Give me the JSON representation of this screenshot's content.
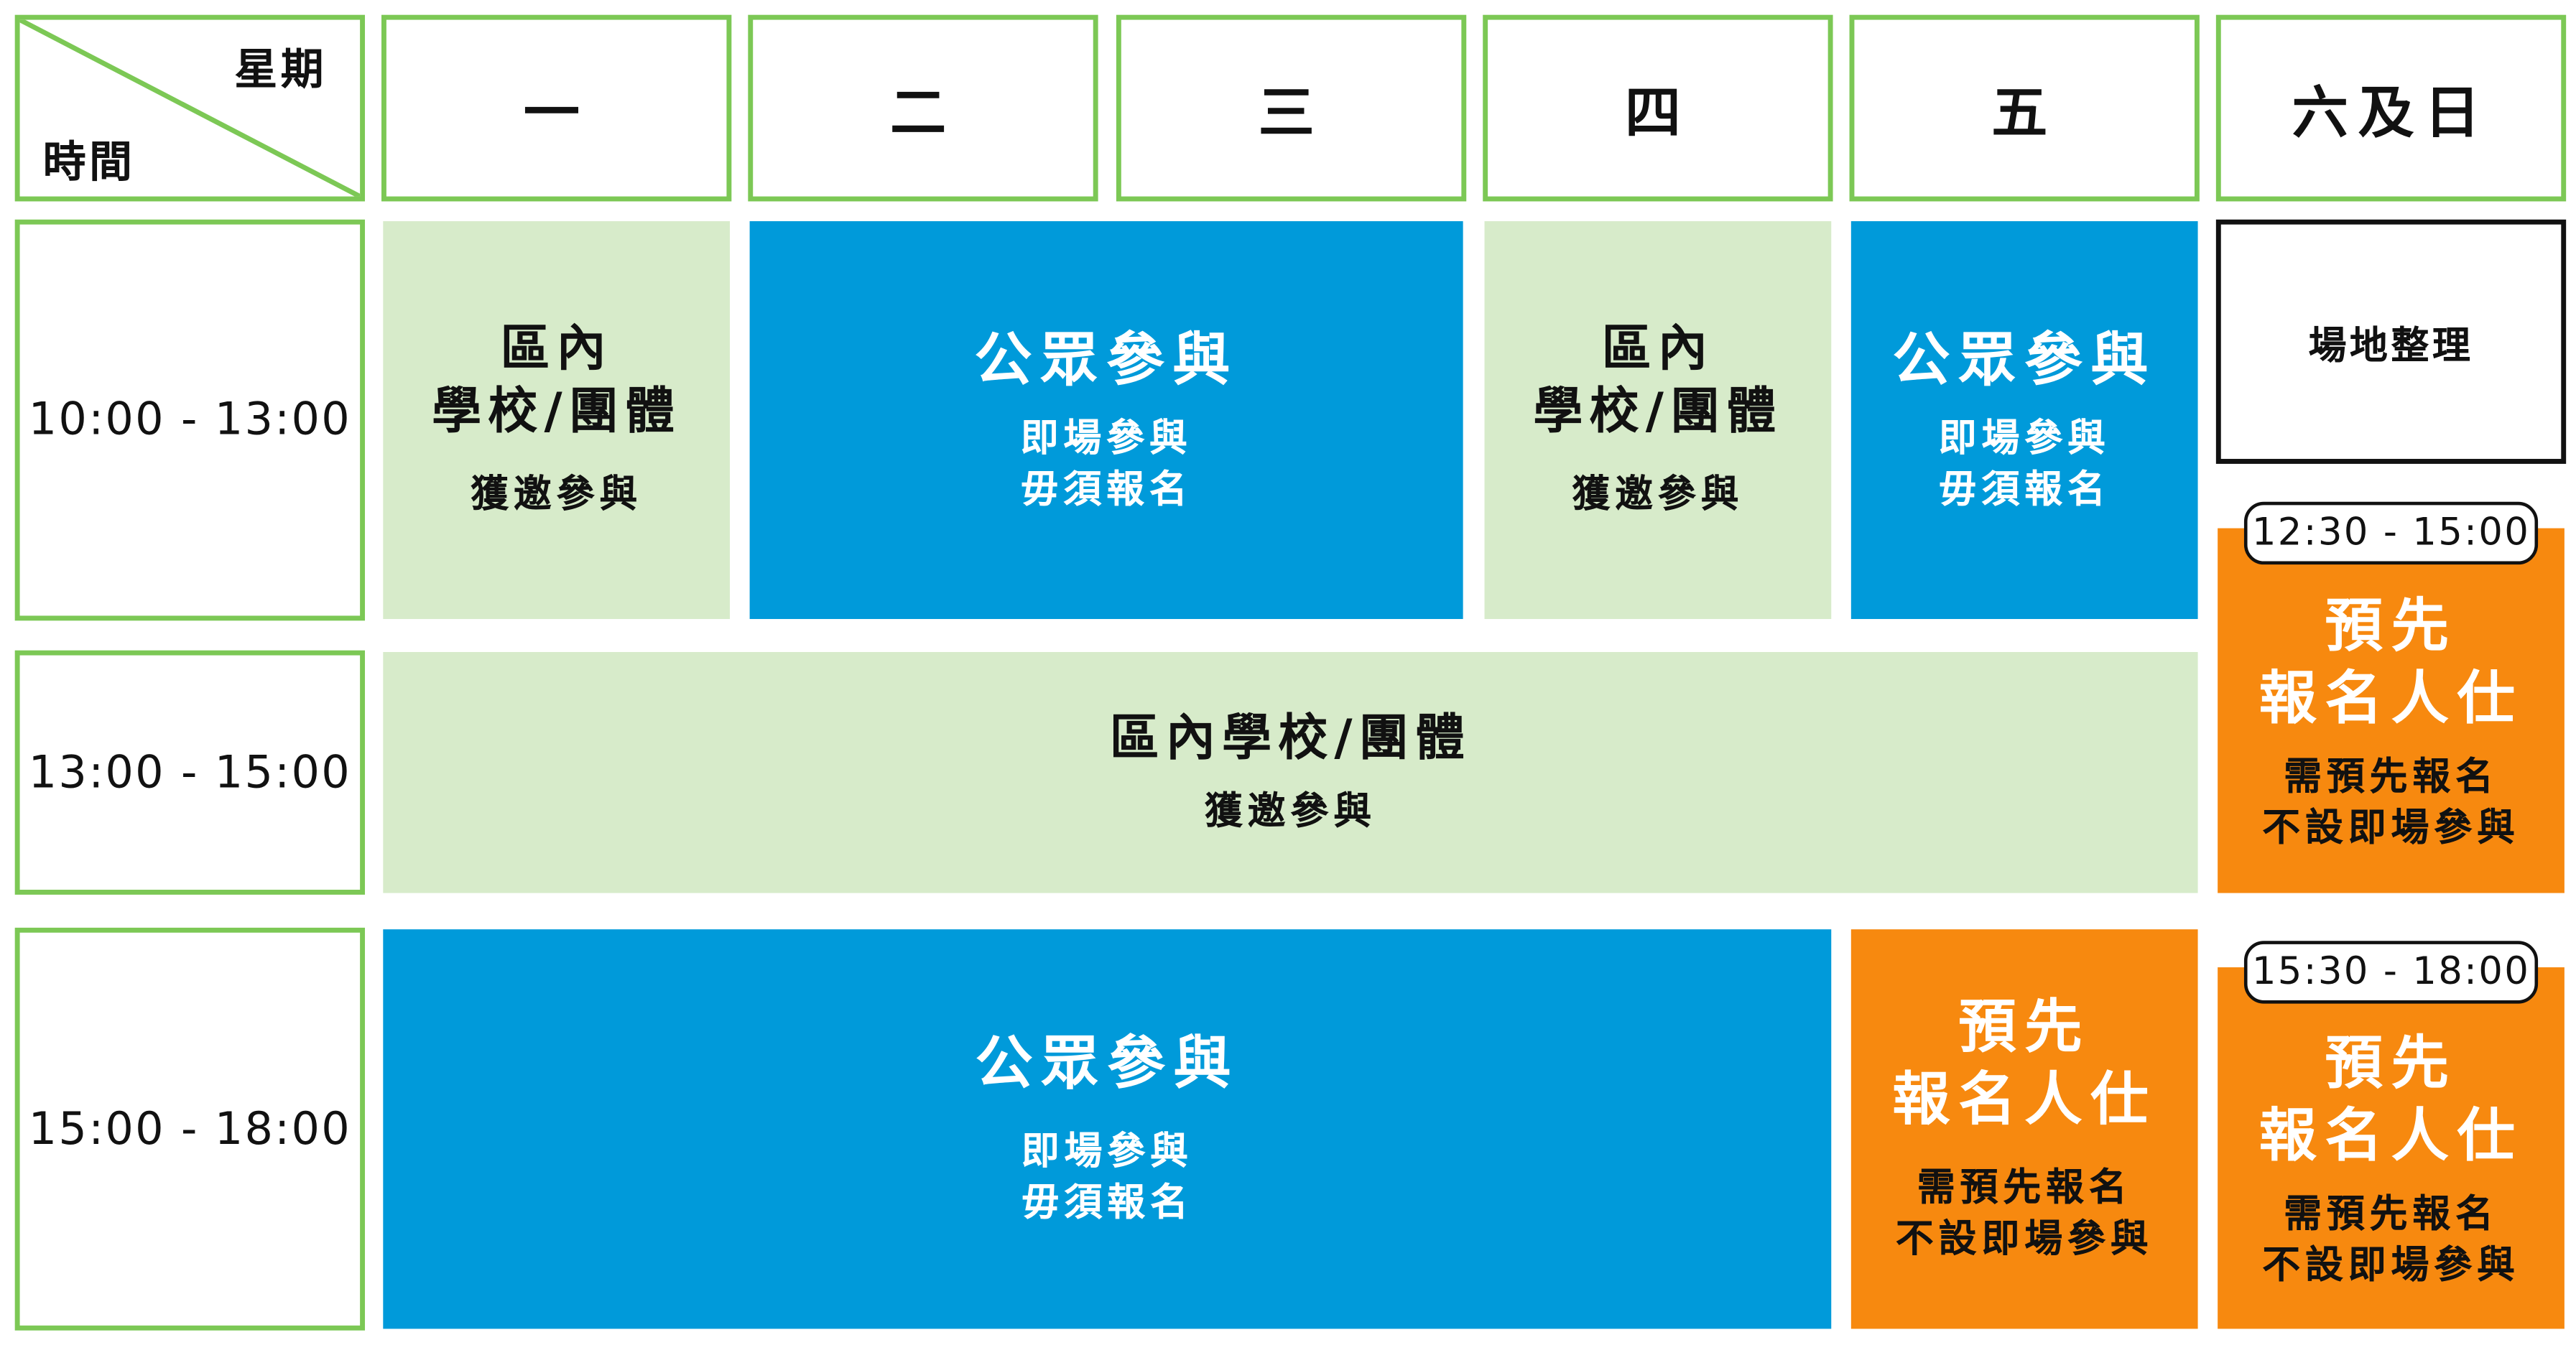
{
  "corner": {
    "top_label": "星期",
    "bottom_label": "時間"
  },
  "days": [
    "一",
    "二",
    "三",
    "四",
    "五",
    "六及日"
  ],
  "times": [
    "10:00 - 13:00",
    "13:00 - 15:00",
    "15:00 - 18:00"
  ],
  "school_block": {
    "title_line1": "區內",
    "title_line2": "學校/團體",
    "sub": "獲邀參與"
  },
  "school_wide": {
    "title": "區內學校/團體",
    "sub": "獲邀參與"
  },
  "public_block": {
    "title": "公眾參與",
    "sub_line1": "即場參與",
    "sub_line2": "毋須報名"
  },
  "prereg_block": {
    "title_line1": "預先",
    "title_line2": "報名人仕",
    "sub_line1": "需預先報名",
    "sub_line2": "不設即場參與"
  },
  "venue": {
    "label": "場地整理"
  },
  "weekend_times": [
    "12:30 - 15:00",
    "15:30 - 18:00"
  ],
  "colors": {
    "green_border": "#7cc855",
    "green_fill": "#d7ebca",
    "blue_fill": "#009ada",
    "orange_fill": "#f7890f"
  }
}
